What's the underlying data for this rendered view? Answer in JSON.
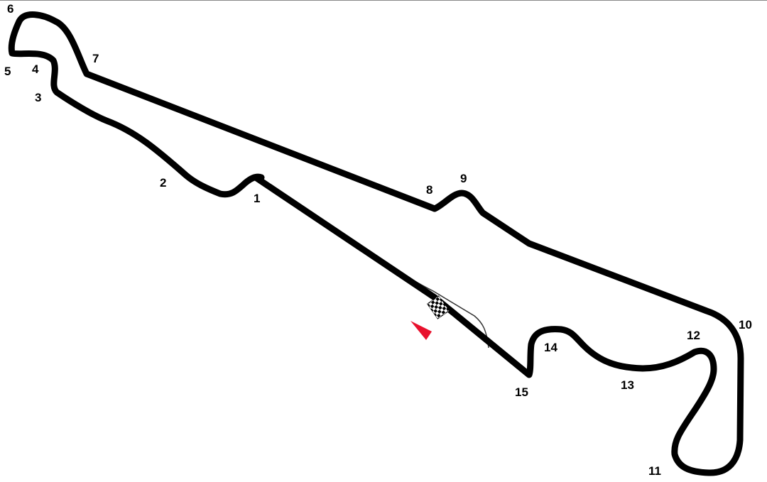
{
  "map": {
    "colors": {
      "track": "#000000",
      "pit_lane": "#333333",
      "direction_marker": "#e8112d",
      "background": "#ffffff"
    },
    "icons": {
      "start_finish": "checkered-flag-icon",
      "direction": "direction-arrow-icon"
    },
    "corners": [
      {
        "number": "1"
      },
      {
        "number": "2"
      },
      {
        "number": "3"
      },
      {
        "number": "4"
      },
      {
        "number": "5"
      },
      {
        "number": "6"
      },
      {
        "number": "7"
      },
      {
        "number": "8"
      },
      {
        "number": "9"
      },
      {
        "number": "10"
      },
      {
        "number": "11"
      },
      {
        "number": "12"
      },
      {
        "number": "13"
      },
      {
        "number": "14"
      },
      {
        "number": "15"
      }
    ]
  }
}
